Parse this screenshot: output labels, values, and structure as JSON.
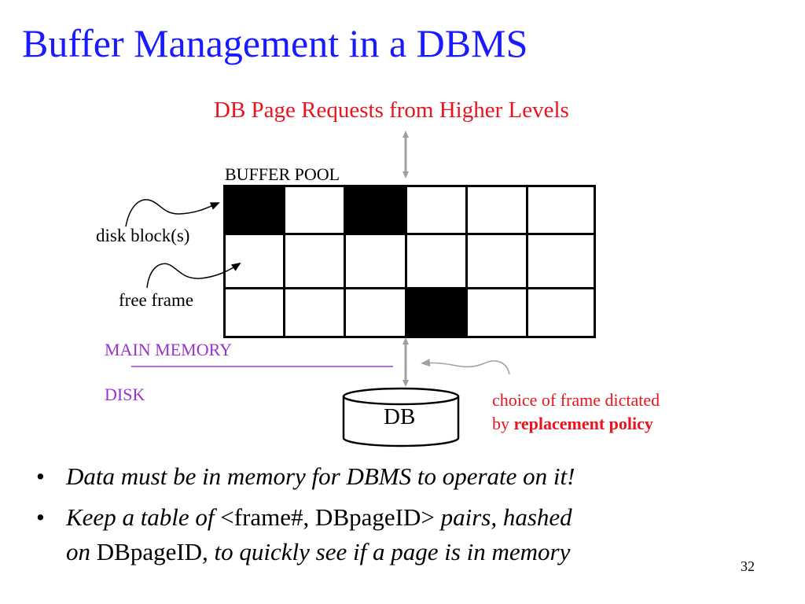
{
  "title": "Buffer Management in a DBMS",
  "diagram": {
    "requests_label": "DB Page Requests from Higher Levels",
    "buffer_pool_label": "BUFFER POOL",
    "disk_block_label": "disk block(s)",
    "free_frame_label": "free frame",
    "main_memory_label": "MAIN MEMORY",
    "disk_label": "DISK",
    "db_label": "DB",
    "policy_line1": "choice of frame dictated",
    "policy_by": "by ",
    "policy_bold": "replacement policy",
    "frames": [
      [
        true,
        false,
        true,
        false,
        false,
        false
      ],
      [
        false,
        false,
        false,
        false,
        false,
        false
      ],
      [
        false,
        false,
        false,
        true,
        false,
        false
      ]
    ]
  },
  "bullets": {
    "marker": "•",
    "b1": "Data must be in memory for DBMS to operate on it!",
    "b2_part1": "Keep a table of ",
    "b2_code": "<frame#, DBpageID>",
    "b2_part2": " pairs, hashed",
    "b2_part3": "on ",
    "b2_code2": "DBpageID",
    "b2_part4": ", to quickly see if a page is in memory"
  },
  "slide_number": "32",
  "colors": {
    "title": "#1a1aff",
    "accent_red": "#e8141e",
    "memory_purple": "#9933cc",
    "arrow_gray": "#a0a0a0"
  }
}
